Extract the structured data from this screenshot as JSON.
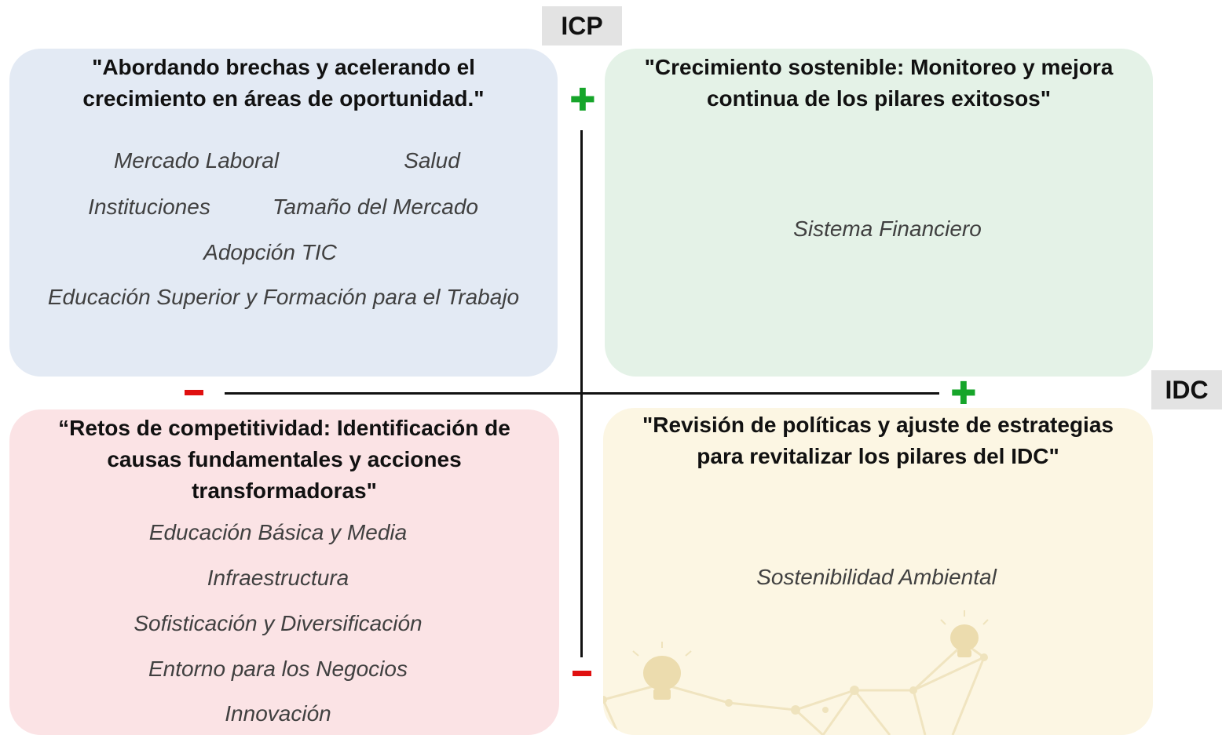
{
  "axes": {
    "vertical_label": "ICP",
    "horizontal_label": "IDC",
    "plus_sign": "✚",
    "minus_sign": "−"
  },
  "quadrants": {
    "top_left": {
      "title": "\"Abordando brechas y acelerando el\ncrecimiento en áreas de oportunidad.\"",
      "items": [
        "Mercado Laboral",
        "Salud",
        "Instituciones",
        "Tamaño del Mercado",
        "Adopción TIC",
        "Educación Superior y Formación para el Trabajo"
      ],
      "color": "#e3eaf4"
    },
    "top_right": {
      "title": "\"Crecimiento sostenible: Monitoreo y mejora\ncontinua de los pilares exitosos\"",
      "items": [
        "Sistema Financiero"
      ],
      "color": "#e4f2e7"
    },
    "bottom_left": {
      "title": "“Retos de competitividad: Identificación de\ncausas fundamentales y acciones\ntransformadoras\"",
      "items": [
        "Educación Básica y Media",
        "Infraestructura",
        "Sofisticación y Diversificación",
        "Entorno para los Negocios",
        "Innovación"
      ],
      "color": "#fbe3e5"
    },
    "bottom_right": {
      "title": "\"Revisión de políticas y ajuste de estrategias\npara revitalizar los pilares del IDC\"",
      "items": [
        "Sostenibilidad Ambiental"
      ],
      "color": "#fcf6e3"
    }
  },
  "colors": {
    "plus": "#16a52a",
    "minus": "#e01010",
    "axis": "#111111"
  }
}
